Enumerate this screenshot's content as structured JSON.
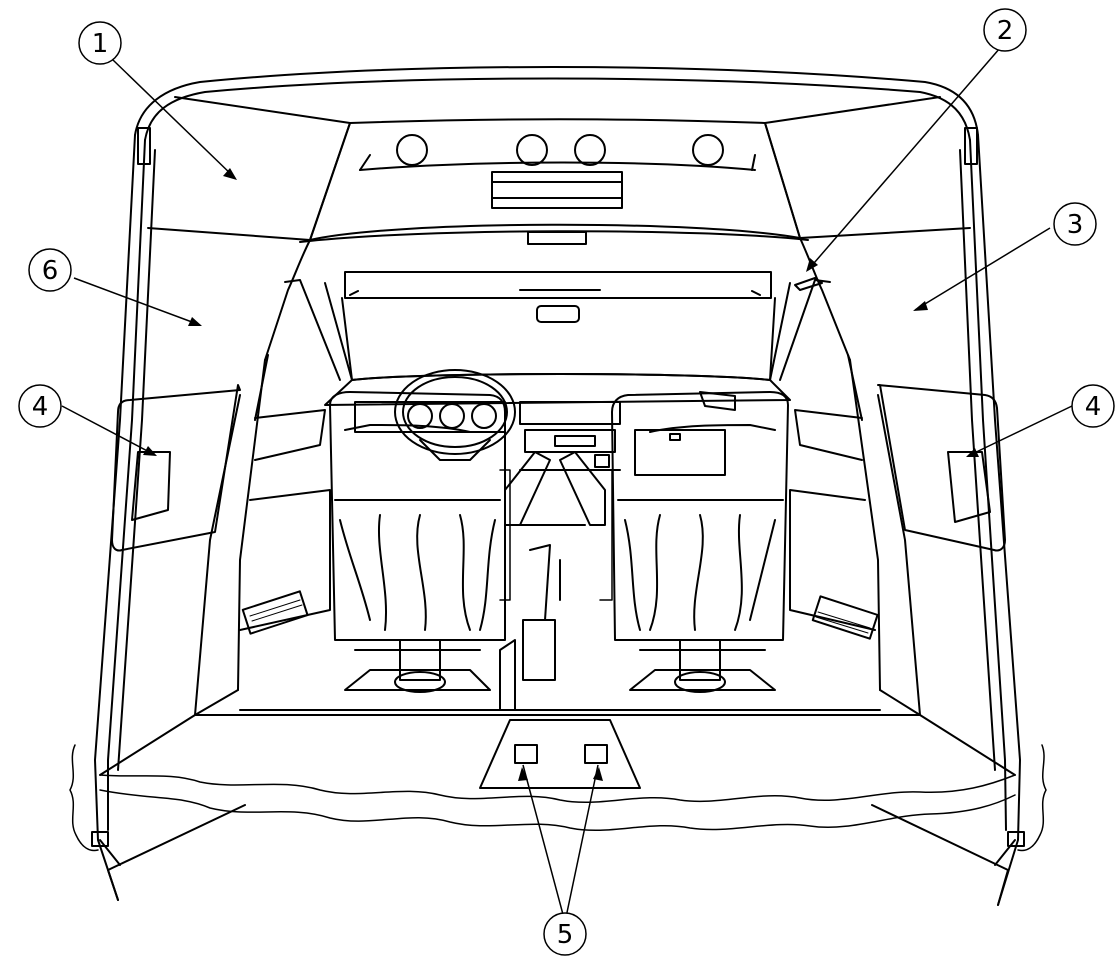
{
  "colors": {
    "line": "#000000",
    "background": "#ffffff"
  },
  "callouts": [
    {
      "label": "1",
      "target": "headliner-left"
    },
    {
      "label": "2",
      "target": "roof-trim-clip"
    },
    {
      "label": "3",
      "target": "headliner-right"
    },
    {
      "label": "4",
      "target": "side-panel-left"
    },
    {
      "label": "4",
      "target": "side-panel-right"
    },
    {
      "label": "5",
      "target": "floor-panel-pads"
    },
    {
      "label": "6",
      "target": "side-wall-left"
    }
  ]
}
